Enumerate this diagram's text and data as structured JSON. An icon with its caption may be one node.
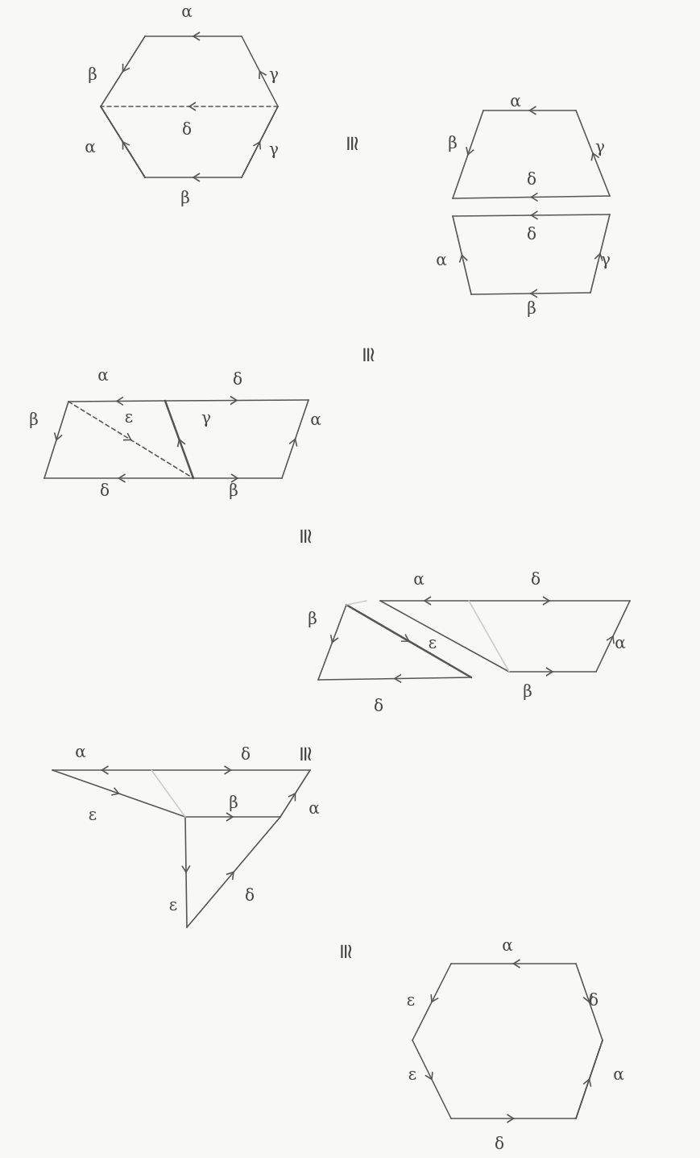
{
  "diagram": {
    "labels": [
      "α",
      "β",
      "γ",
      "δ",
      "α",
      "γ",
      "β",
      "≅",
      "α",
      "β",
      "γ",
      "δ",
      "δ",
      "α",
      "γ",
      "β",
      "≅",
      "α",
      "δ",
      "β",
      "ε",
      "γ",
      "α",
      "δ",
      "β",
      "≅",
      "α",
      "δ",
      "β",
      "ε",
      "α",
      "δ",
      "β",
      "≅",
      "α",
      "δ",
      "ε",
      "β",
      "α",
      "ε",
      "δ",
      "≅",
      "α",
      "ε",
      "δ",
      "ε",
      "α",
      "δ"
    ]
  }
}
